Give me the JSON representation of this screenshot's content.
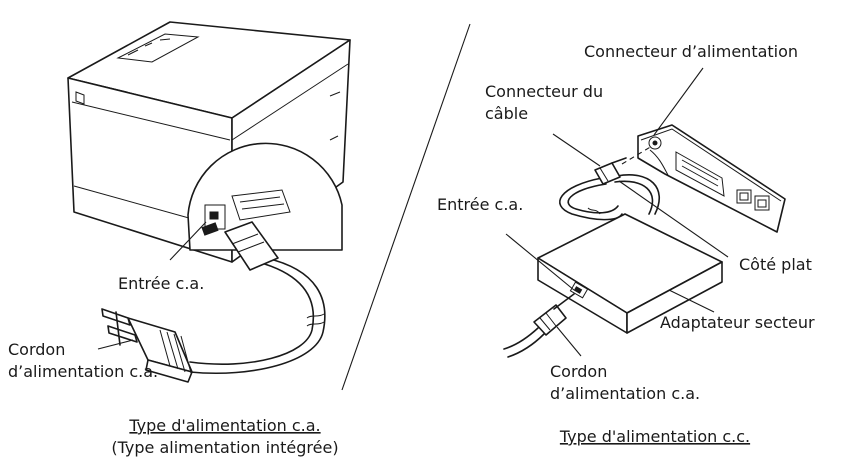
{
  "left_panel": {
    "label_ac_inlet": "Entrée c.a.",
    "label_cord_line1": "Cordon",
    "label_cord_line2": "d’alimentation c.a.",
    "caption_line1": "Type d'alimentation c.a.",
    "caption_line2": "(Type alimentation intégrée)"
  },
  "right_panel": {
    "label_power_connector": "Connecteur d’alimentation",
    "label_cable_connector_line1": "Connecteur du",
    "label_cable_connector_line2": "câble",
    "label_ac_inlet": "Entrée c.a.",
    "label_flat_side": "Côté plat",
    "label_adapter": "Adaptateur secteur",
    "label_cord_line1": "Cordon",
    "label_cord_line2": "d’alimentation c.a.",
    "caption": "Type d'alimentation c.c."
  },
  "colors": {
    "ink": "#1a1a1a",
    "background": "#ffffff"
  }
}
